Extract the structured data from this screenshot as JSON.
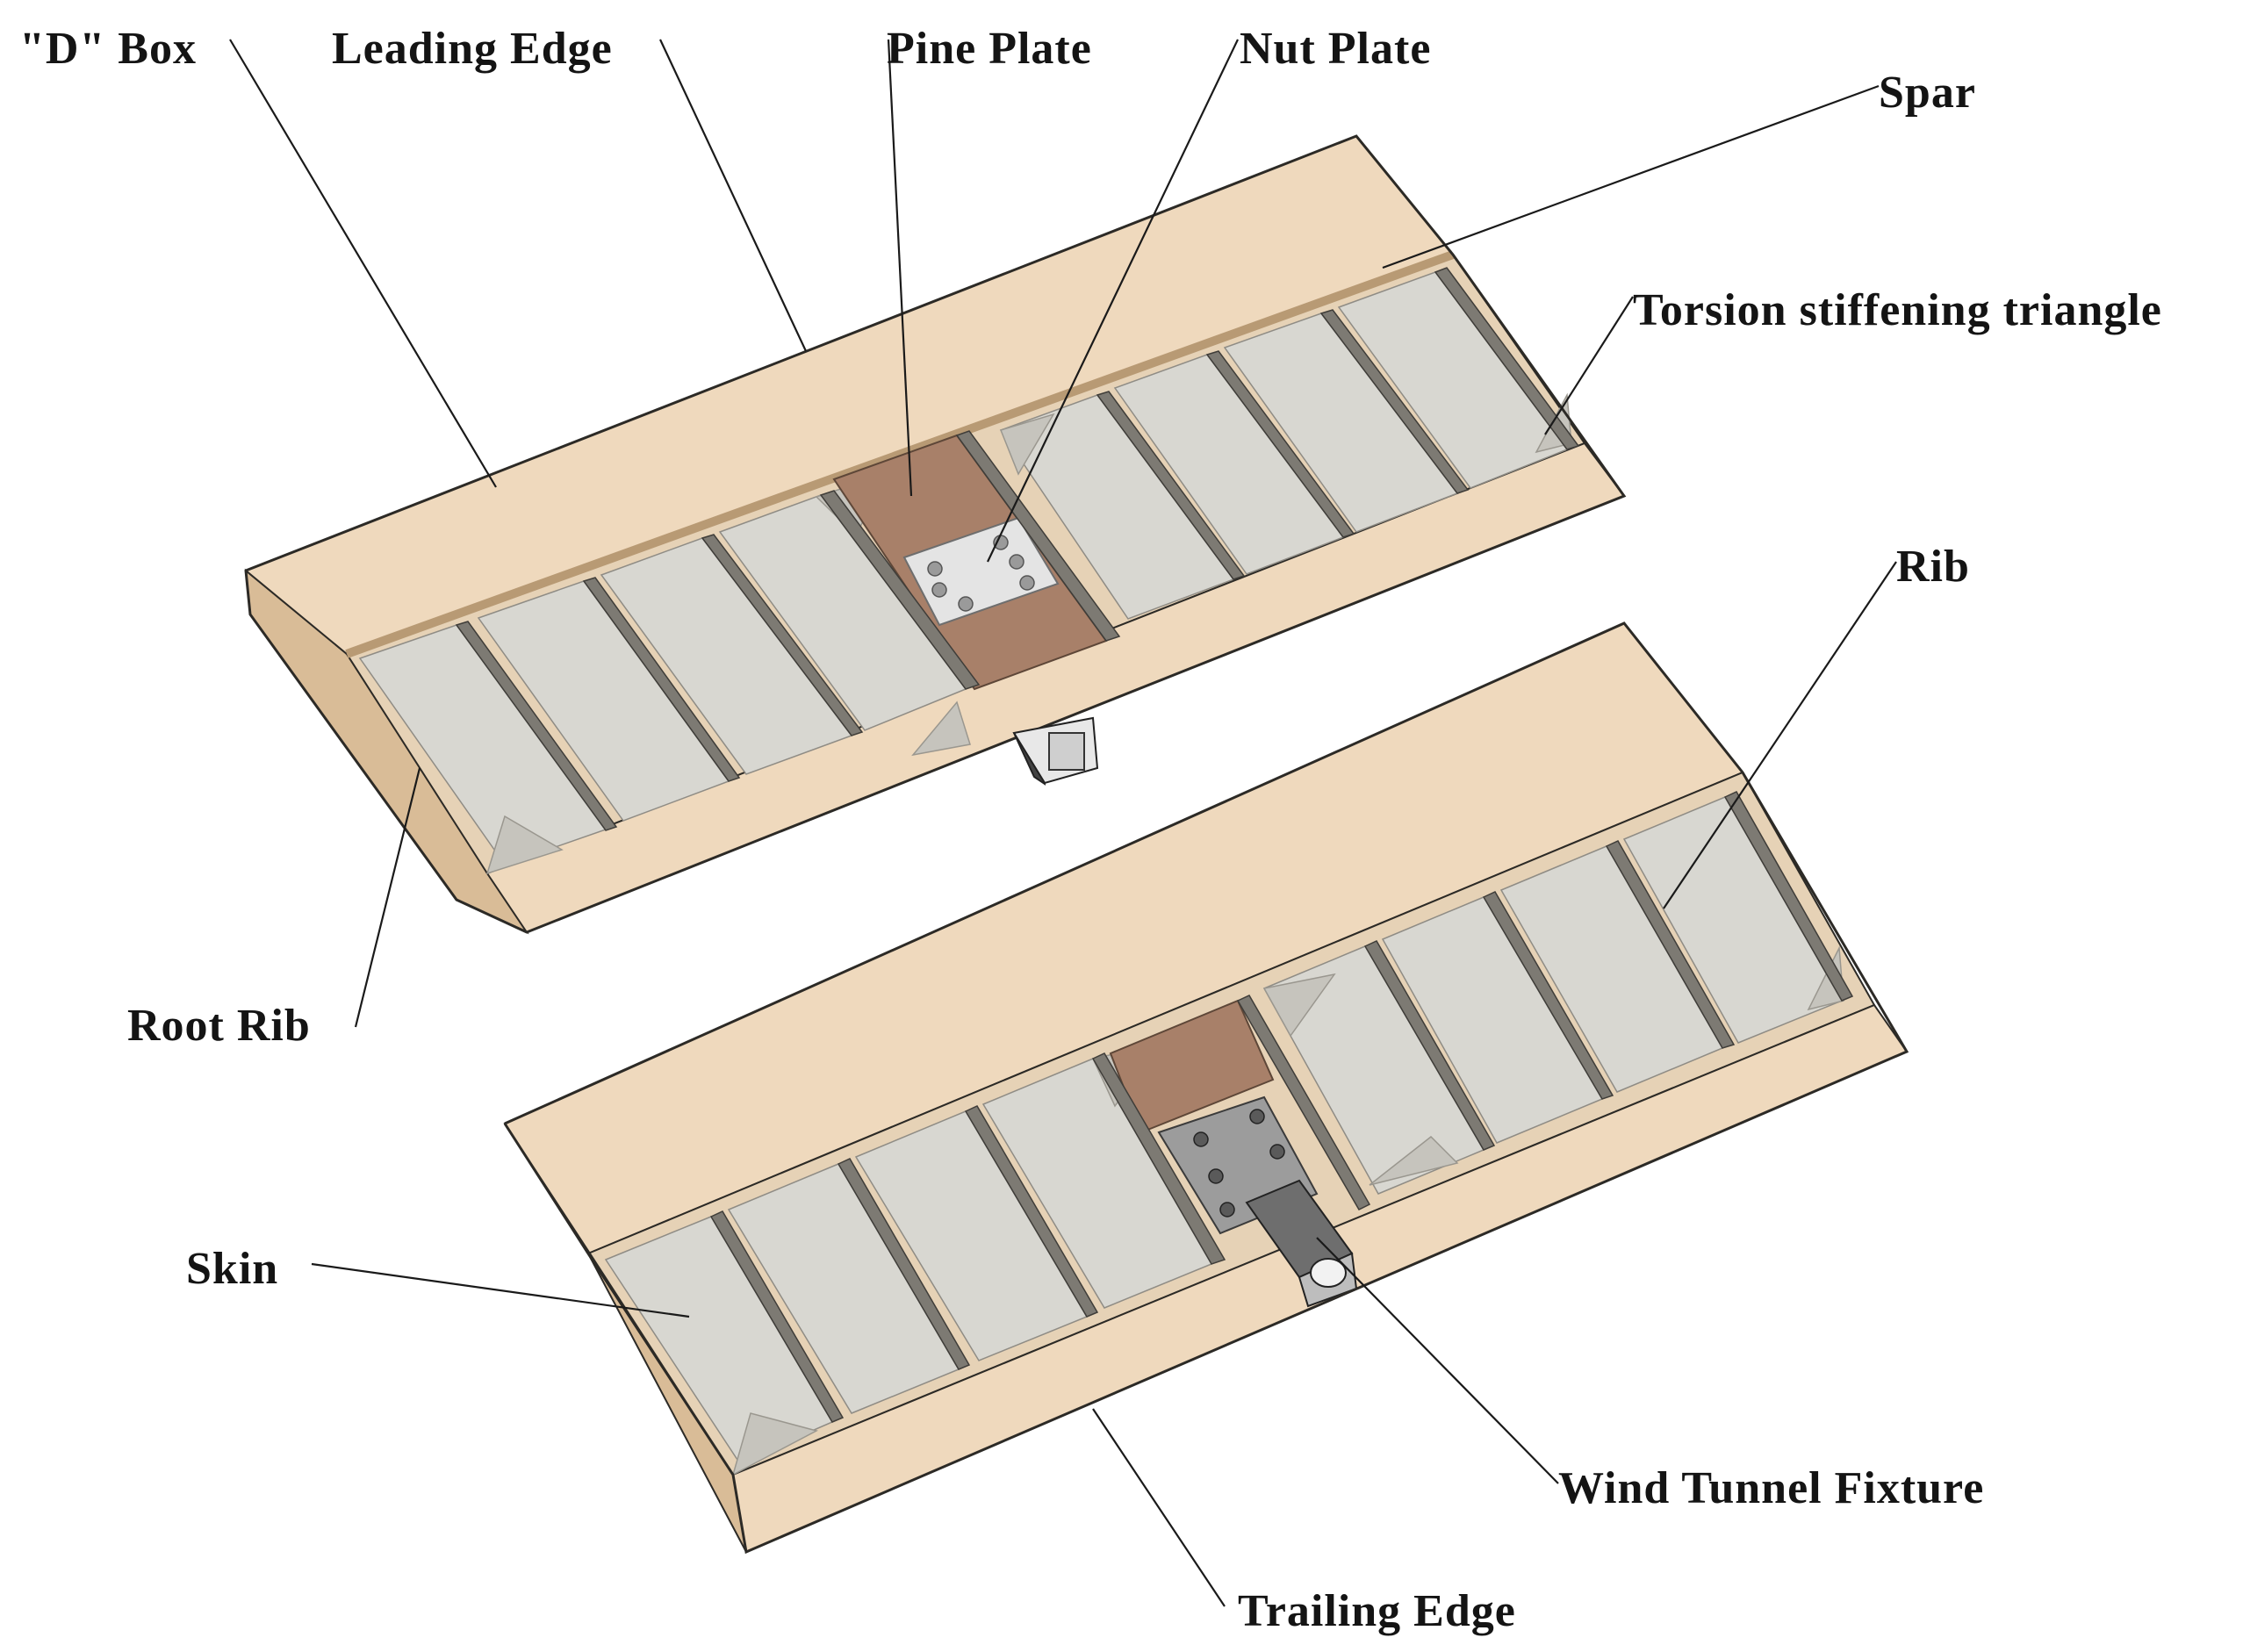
{
  "labels": {
    "d_box": "\"D\" Box",
    "leading_edge": "Leading Edge",
    "pine_plate": "Pine Plate",
    "nut_plate": "Nut Plate",
    "spar": "Spar",
    "torsion_triangle": "Torsion stiffening triangle",
    "rib": "Rib",
    "root_rib": "Root Rib",
    "skin": "Skin",
    "wind_tunnel_fixture": "Wind Tunnel Fixture",
    "trailing_edge": "Trailing Edge"
  },
  "colors": {
    "balsa": "#efd9bd",
    "balsa_dark": "#d9bc97",
    "covering": "#d8d7d1",
    "pine": "#a88069",
    "metal": "#a9a9a9",
    "line": "#1a1a1a"
  }
}
